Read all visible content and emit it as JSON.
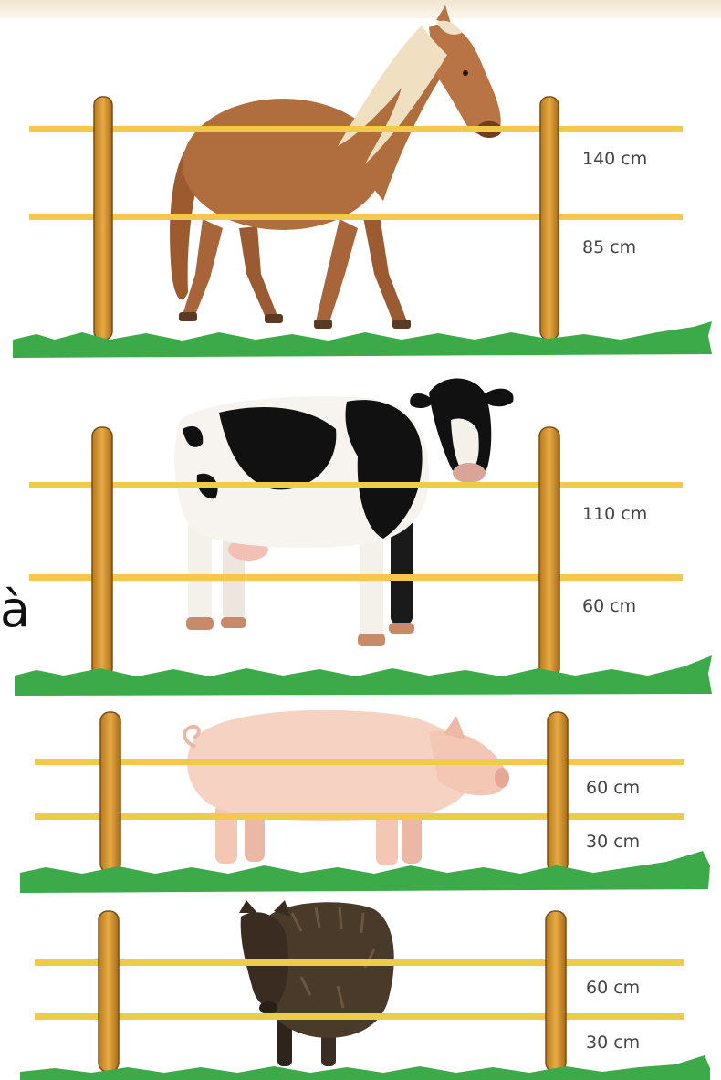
{
  "side_text": "à",
  "colors": {
    "wire": "#f2c94c",
    "post": "#d79a2e",
    "post_edge": "#7a4e12",
    "grass": "#3daa4a",
    "label": "#444444"
  },
  "panels": [
    {
      "animal": "horse",
      "wire_heights_cm": [
        140,
        85
      ],
      "labels": [
        "140 cm",
        "85 cm"
      ]
    },
    {
      "animal": "cow",
      "wire_heights_cm": [
        110,
        60
      ],
      "labels": [
        "110 cm",
        "60 cm"
      ]
    },
    {
      "animal": "pig",
      "wire_heights_cm": [
        60,
        30
      ],
      "labels": [
        "60 cm",
        "30 cm"
      ]
    },
    {
      "animal": "wild-boar",
      "wire_heights_cm": [
        60,
        30
      ],
      "labels": [
        "60 cm",
        "30 cm"
      ]
    }
  ]
}
